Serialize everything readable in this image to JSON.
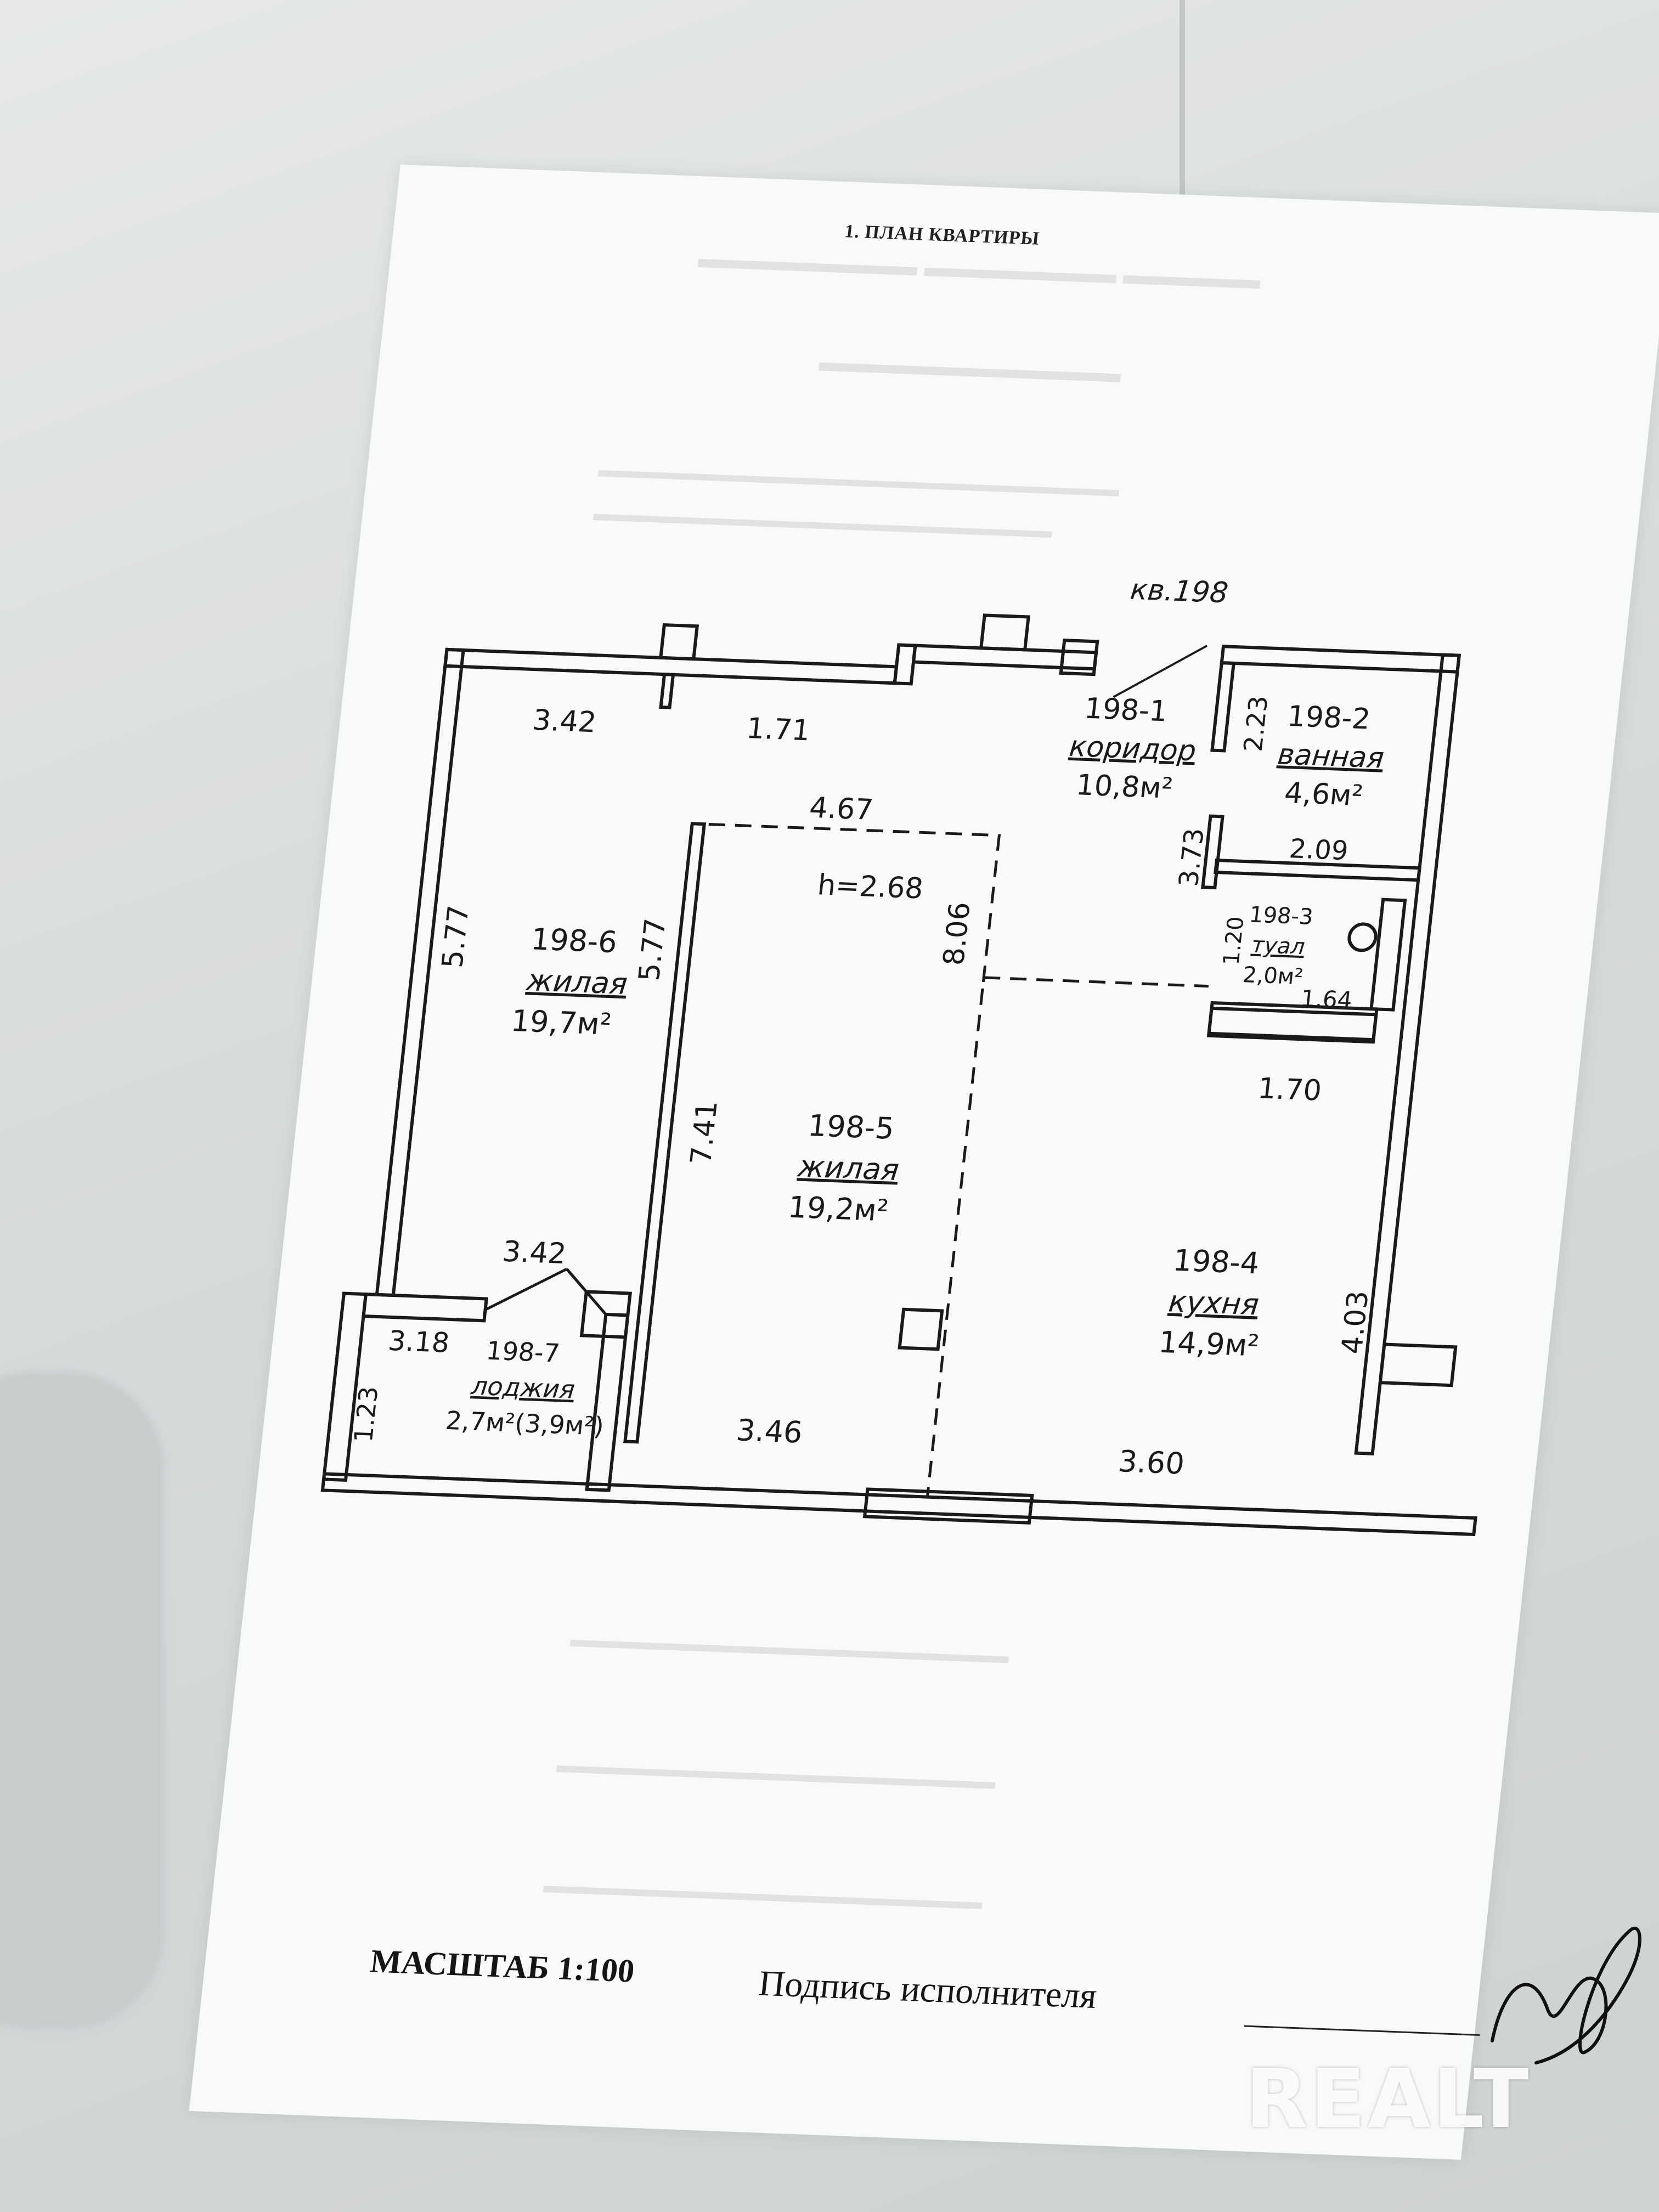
{
  "document": {
    "heading": "1. ПЛАН КВАРТИРЫ",
    "apartment_label": "кв.198",
    "scale_label": "МАСШТАБ 1:100",
    "signature_label": "Подпись исполнителя",
    "watermark": "REALT"
  },
  "rooms": {
    "corridor": {
      "id": "198-1",
      "name": "коридор",
      "area": "10,8м²"
    },
    "bathroom": {
      "id": "198-2",
      "name": "ванная",
      "area": "4,6м²"
    },
    "toilet": {
      "id": "198-3",
      "name": "туал",
      "area": "2,0м²"
    },
    "kitchen": {
      "id": "198-4",
      "name": "кухня",
      "area": "14,9м²"
    },
    "living_center": {
      "id": "198-5",
      "name": "жилая",
      "area": "19,2м²"
    },
    "living_left": {
      "id": "198-6",
      "name": "жилая",
      "area": "19,7м²"
    },
    "loggia": {
      "id": "198-7",
      "name": "лоджия",
      "area": "2,7м²(3,9м²)"
    }
  },
  "dimensions": {
    "top_left": "3.42",
    "top_mid": "1.71",
    "center_top": "4.67",
    "ceiling_height": "h=2.68",
    "center_right_vertical": "8.06",
    "left_room_vertical": "5.77",
    "mid_wall_vertical": "5.77",
    "center_left_vertical": "7.41",
    "bath_vertical": "2.23",
    "bath_width": "2.09",
    "corridor_vertical": "3.73",
    "toilet_vertical": "1.20",
    "toilet_width": "1.64",
    "kitchen_width_top": "1.70",
    "kitchen_vertical": "4.03",
    "left_room_bottom": "3.42",
    "loggia_width": "3.18",
    "loggia_vertical": "1.23",
    "center_bottom": "3.46",
    "kitchen_bottom": "3.60"
  }
}
